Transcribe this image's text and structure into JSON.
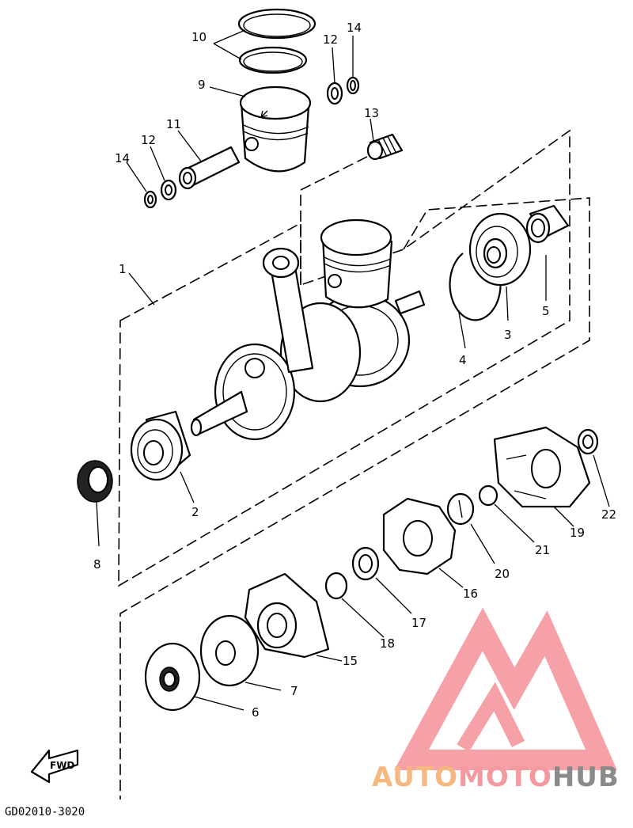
{
  "diagram_code": "GD02010-3020",
  "fwd_label": "FWD",
  "watermark": {
    "part1": "AUTO",
    "part2": "MOTO",
    "part3": "HUB"
  },
  "callouts": [
    "1",
    "2",
    "3",
    "4",
    "5",
    "6",
    "7",
    "8",
    "9",
    "10",
    "11",
    "12",
    "12",
    "13",
    "14",
    "14",
    "15",
    "16",
    "17",
    "18",
    "19",
    "20",
    "21",
    "22"
  ],
  "colors": {
    "line": "#000000",
    "logo_red": "#f4828a",
    "logo_orange": "#f5b880",
    "logo_gray": "#8a8a8a"
  }
}
